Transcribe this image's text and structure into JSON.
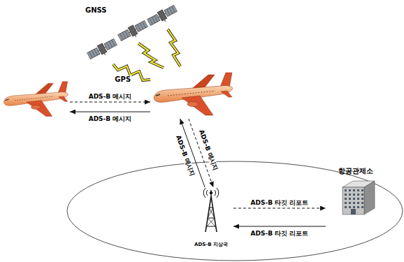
{
  "diagram": {
    "nodes": [
      {
        "text": [
          "GNSS"
        ]
      },
      {
        "text": []
      },
      {
        "text": []
      },
      {
        "text": [
          "ADS-B 지상국"
        ]
      },
      {
        "text": [
          "항공관제소"
        ]
      }
    ],
    "edges": [
      {
        "from": 0,
        "to": 2,
        "arrow": "none",
        "label": "GPS"
      },
      {
        "from": 1,
        "to": 2,
        "arrow": "to",
        "label": "ADS-B 메시지"
      },
      {
        "from": 2,
        "to": 1,
        "arrow": "to",
        "label": "ADS-B 메시지"
      },
      {
        "from": 3,
        "to": 2,
        "arrow": "to",
        "label": "ADS-B 메시지"
      },
      {
        "from": 2,
        "to": 3,
        "arrow": "to",
        "label": "ADS-B 메시지"
      },
      {
        "from": 3,
        "to": 4,
        "arrow": "to",
        "label": "ADS-B 타깃 리포트"
      },
      {
        "from": 4,
        "to": 3,
        "arrow": "to",
        "label": "ADS-B 타깃 리포트"
      }
    ]
  }
}
